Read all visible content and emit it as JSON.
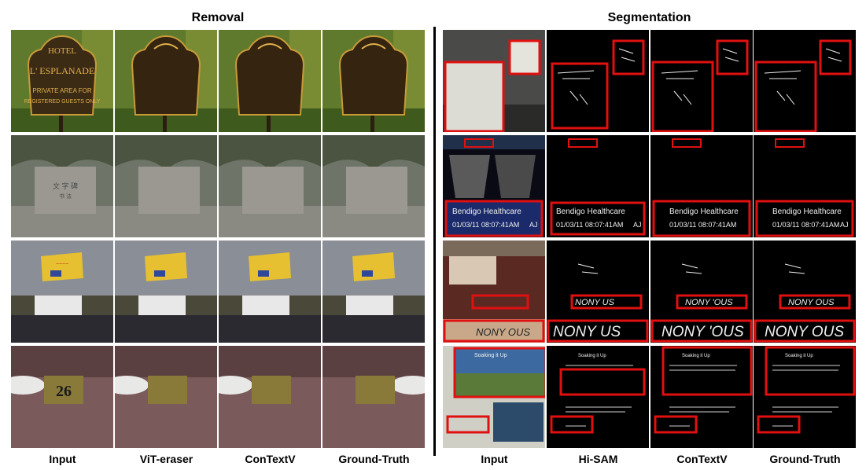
{
  "headings": {
    "removal": "Removal",
    "segmentation": "Segmentation"
  },
  "columns": {
    "removal": [
      "Input",
      "ViT-eraser",
      "ConTextV",
      "Ground-Truth"
    ],
    "segmentation": [
      "Input",
      "Hi-SAM",
      "ConTextV",
      "Ground-Truth"
    ]
  },
  "scene_text": {
    "sign_line1": "HOTEL",
    "sign_line2": "L' ESPLANADE",
    "sign_line3": "PRIVATE AREA FOR",
    "sign_line4": "REGISTERED GUESTS ONLY",
    "table_number": "26",
    "ultrasound_line1": "Bendigo Healthcare",
    "ultrasound_line2": "01/03/11 08:07:41AM",
    "ultrasound_initials": "AJ",
    "protest_full": "NONY OUS",
    "seg_hisam_protest": "NONY US",
    "seg_context_protest": "NONY 'OUS",
    "poster_title": "Soaking it Up"
  },
  "colors": {
    "highlight_box": "#e01010",
    "divider": "#000000"
  }
}
